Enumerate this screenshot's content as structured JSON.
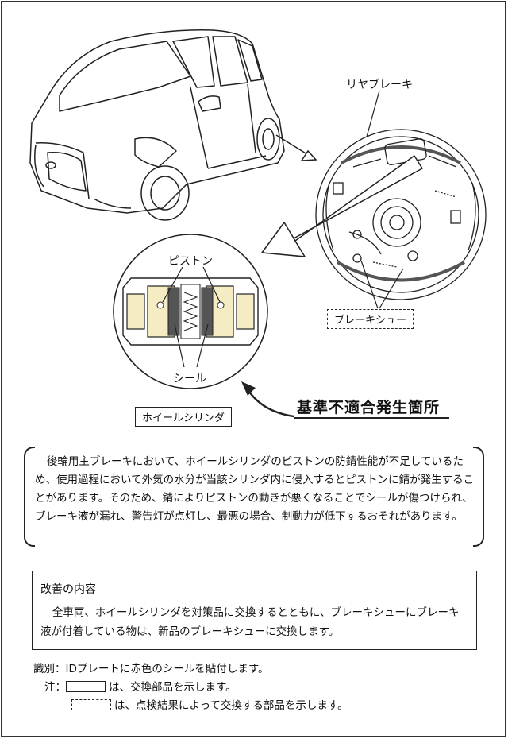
{
  "labels": {
    "rear_brake": "リヤブレーキ",
    "piston": "ピストン",
    "seal": "シール",
    "brake_shoe": "ブレーキシュー",
    "wheel_cylinder": "ホイールシリンダ",
    "headline": "基準不適合発生箇所"
  },
  "description": "後輪用主ブレーキにおいて、ホイールシリンダのピストンの防錆性能が不足しているため、使用過程において外気の水分が当該シリンダ内に侵入するとピストンに錆が発生することがあります。そのため、錆によりピストンの動きが悪くなることでシールが傷つけられ、ブレーキ液が漏れ、警告灯が点灯し、最悪の場合、制動力が低下するおそれがあります。",
  "improvement": {
    "title": "改善の内容",
    "body": "全車両、ホイールシリンダを対策品に交換するとともに、ブレーキシューにブレーキ液が付着している物は、新品のブレーキシューに交換します。"
  },
  "footer": {
    "identification": "識別：IDプレートに赤色のシールを貼付します。",
    "note_label": "注：",
    "note_solid": "は、交換部品を示します。",
    "note_dashed": "は、点検結果によって交換する部品を示します。"
  },
  "colors": {
    "part_fill": "#f5ecc4",
    "seal_fill": "#555555",
    "line": "#222222"
  }
}
